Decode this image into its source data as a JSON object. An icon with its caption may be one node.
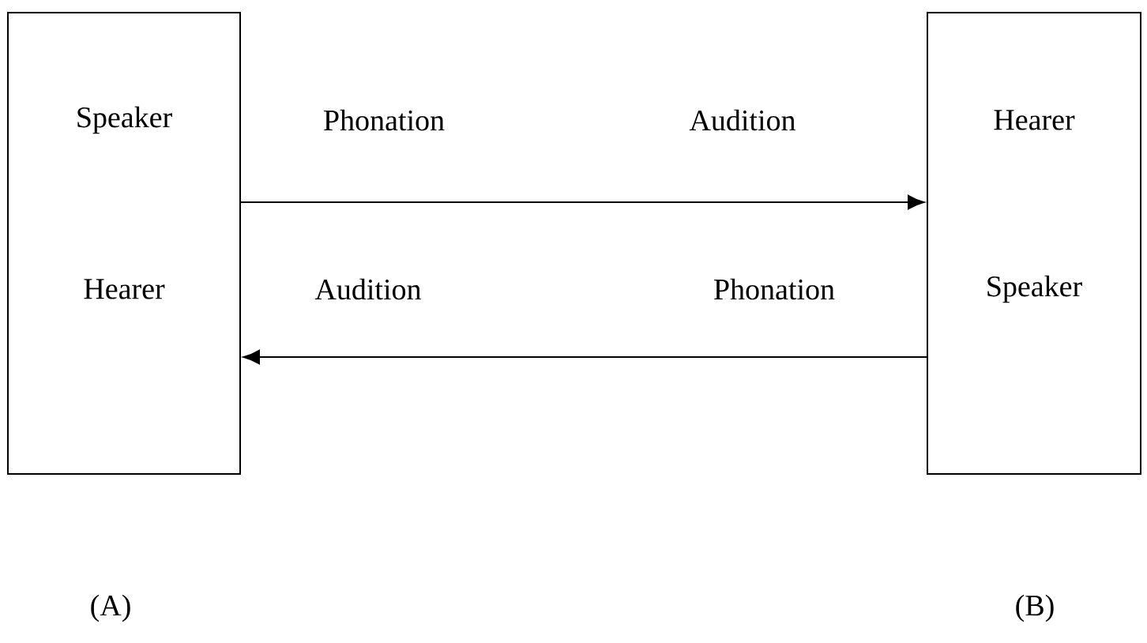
{
  "diagram": {
    "nodes": [
      {
        "text": [
          "Speaker",
          "Hearer"
        ]
      },
      {
        "text": [
          "Hearer",
          "Speaker"
        ]
      }
    ],
    "edges": [
      {
        "from": 0,
        "to": 1,
        "arrow": "to"
      },
      {
        "from": 1,
        "to": 0,
        "arrow": "to"
      }
    ],
    "labels": [
      "Phonation",
      "Audition",
      "Audition",
      "Phonation",
      "(A)",
      "(B)"
    ]
  }
}
